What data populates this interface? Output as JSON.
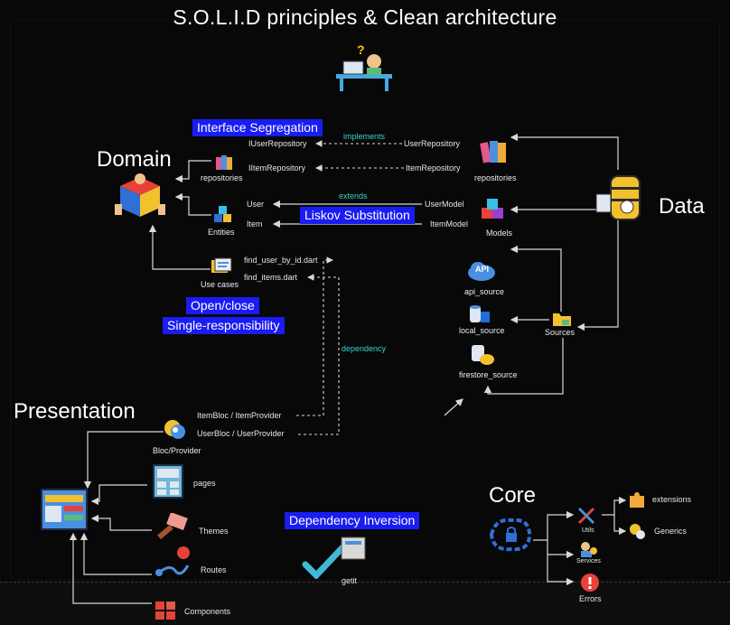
{
  "title": "S.O.L.I.D principles & Clean architecture",
  "layers": {
    "domain": "Domain",
    "data": "Data",
    "presentation": "Presentation",
    "core": "Core"
  },
  "principles": {
    "interface_segregation": "Interface Segregation",
    "liskov": "Liskov Substitution",
    "open_close": "Open/close",
    "single_responsibility": "Single-responsibility",
    "dependency_inversion": "Dependency Inversion"
  },
  "relations": {
    "implements": "implements",
    "extends": "extends",
    "dependency": "dependency"
  },
  "domain_nodes": {
    "repositories": "repositories",
    "entities": "Entities",
    "use_cases": "Use cases",
    "iuser_repository": "IUserRepository",
    "iitem_repository": "IItemRepository",
    "user": "User",
    "item": "Item",
    "find_user": "find_user_by_id.dart",
    "find_items": "find_items.dart"
  },
  "data_nodes": {
    "user_repository": "UserRepository",
    "item_repository": "ItemRepository",
    "repositories": "repositories",
    "user_model": "UserModel",
    "item_model": "ItemModel",
    "models": "Models",
    "api_source": "api_source",
    "local_source": "local_source",
    "firestore_source": "firestore_source",
    "sources": "Sources",
    "api_badge": "API"
  },
  "presentation_nodes": {
    "item_bloc": "ItemBloc / ItemProvider",
    "user_bloc": "UserBloc / UserProvider",
    "bloc_provider": "Bloc/Provider",
    "pages": "pages",
    "themes": "Themes",
    "routes": "Routes",
    "components": "Components"
  },
  "core_nodes": {
    "utils": "Utils",
    "services": "Services",
    "errors": "Errors",
    "extensions": "extensions",
    "generics": "Generics"
  },
  "getit": "getit",
  "colors": {
    "highlight": "#1a1cf2",
    "relation_text": "#33d6cf",
    "lines": "#d8d8d8",
    "background": "#080808"
  }
}
